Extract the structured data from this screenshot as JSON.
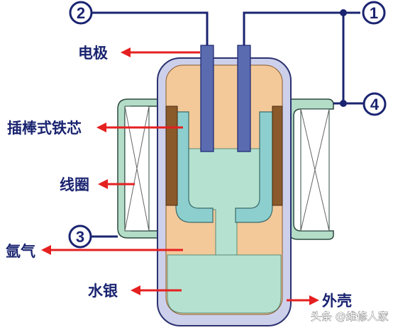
{
  "badges": {
    "n1": "1",
    "n2": "2",
    "n3": "3",
    "n4": "4"
  },
  "labels": {
    "electrode": "电极",
    "plug_core": "插棒式铁芯",
    "coil": "线圈",
    "argon": "氩气",
    "mercury": "水银",
    "shell": "外壳"
  },
  "watermark": "头条 @维修人家",
  "colors": {
    "wire": "#1a2470",
    "arrow": "#e52020",
    "shell_fill": "#cdd0ea",
    "shell_stroke": "#2c3270",
    "argon": "#f3c99a",
    "mercury": "#b5e2d0",
    "core": "#8dcfcf",
    "core_dark": "#8a5a2b",
    "electrode": "#5a6bb0",
    "coil_frame": "#b4ddc8"
  }
}
